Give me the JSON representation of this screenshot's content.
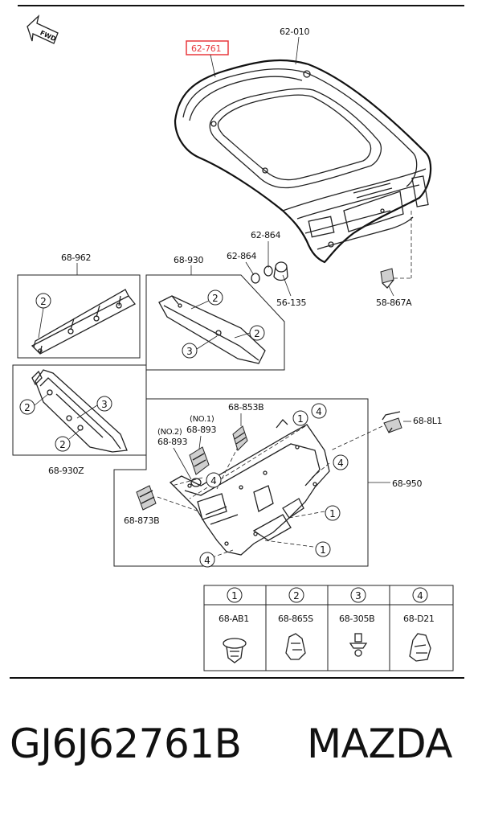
{
  "direction_arrow": "FWD",
  "callouts": {
    "c1": "62-761",
    "c2": "62-010",
    "c3": "62-864",
    "c4": "62-864",
    "c5": "56-135",
    "c6": "58-867A",
    "c7": "68-962",
    "c8": "68-930",
    "c9": "68-930Z",
    "c10": "68-853B",
    "c11": "(NO.1)",
    "c12": "68-893",
    "c13": "(NO.2)",
    "c14": "68-893",
    "c15": "68-8L1",
    "c16": "68-950",
    "c17": "68-873B"
  },
  "legend": [
    {
      "num": "1",
      "part": "68-AB1"
    },
    {
      "num": "2",
      "part": "68-865S"
    },
    {
      "num": "3",
      "part": "68-305B"
    },
    {
      "num": "4",
      "part": "68-D21"
    }
  ],
  "caption": {
    "code": "GJ6J62761B",
    "brand": "MAZDA"
  },
  "colors": {
    "highlight": "#e8383d",
    "line": "#222222",
    "background": "#ffffff"
  }
}
